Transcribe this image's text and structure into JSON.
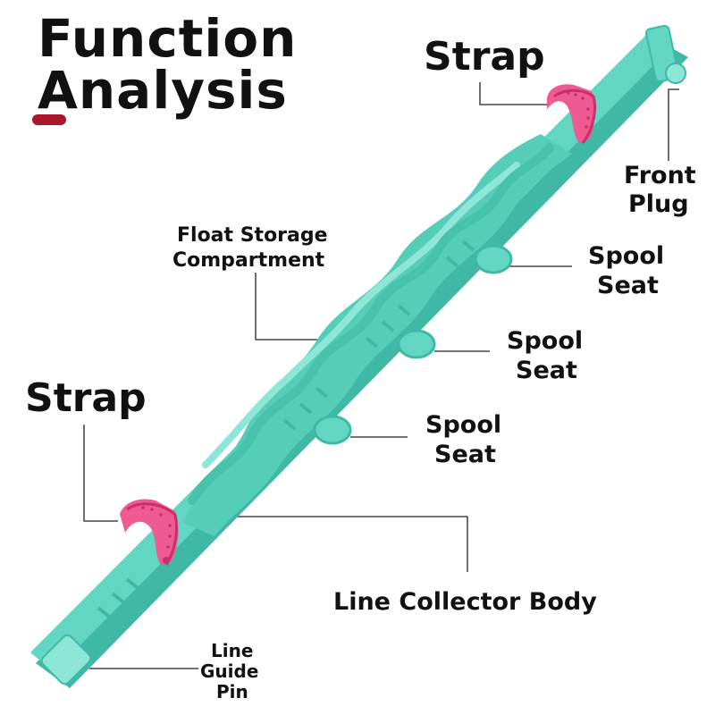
{
  "title": {
    "line1": "Function",
    "line2": "Analysis"
  },
  "labels": {
    "strap_top": "Strap",
    "front_plug_1": "Front",
    "front_plug_2": "Plug",
    "float_1": "Float Storage",
    "float_2": "Compartment",
    "spool_1a": "Spool",
    "spool_1b": "Seat",
    "spool_2a": "Spool",
    "spool_2b": "Seat",
    "spool_3a": "Spool",
    "spool_3b": "Seat",
    "strap_bottom": "Strap",
    "body": "Line Collector Body",
    "pin_1": "Line",
    "pin_2": "Guide",
    "pin_3": "Pin"
  },
  "colors": {
    "body": "#62d6c3",
    "body_shadow": "#3fb9a5",
    "body_light": "#8ee6d7",
    "strap": "#ef5a92",
    "strap_dark": "#c8306a",
    "accent": "#a8172a"
  }
}
